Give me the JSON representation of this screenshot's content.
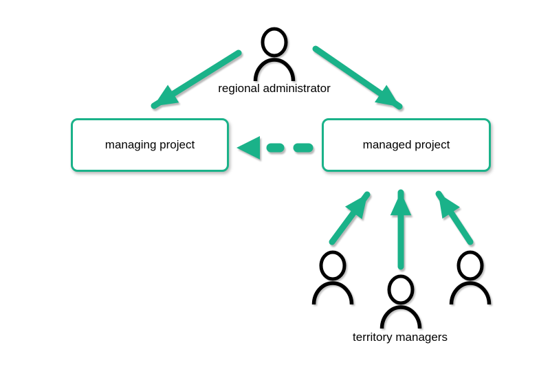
{
  "diagram": {
    "labels": {
      "regional_administrator": "regional administrator",
      "managing_project": "managing project",
      "managed_project": "managed project",
      "territory_managers": "territory managers"
    },
    "colors": {
      "accent": "#1ab289",
      "icon_stroke": "#000000",
      "background": "#ffffff",
      "box_fill": "#ffffff",
      "text": "#000000"
    },
    "icons": {
      "regional_administrator": "person-icon",
      "territory_managers": [
        "person-icon",
        "person-icon",
        "person-icon"
      ]
    },
    "relations": [
      {
        "from": "regional administrator",
        "to": "managing project",
        "style": "solid-arrow"
      },
      {
        "from": "regional administrator",
        "to": "managed project",
        "style": "solid-arrow"
      },
      {
        "from": "managed project",
        "to": "managing project",
        "style": "dashed-arrow"
      },
      {
        "from": "territory manager 1",
        "to": "managed project",
        "style": "solid-arrow"
      },
      {
        "from": "territory manager 2",
        "to": "managed project",
        "style": "solid-arrow"
      },
      {
        "from": "territory manager 3",
        "to": "managed project",
        "style": "solid-arrow"
      }
    ]
  }
}
